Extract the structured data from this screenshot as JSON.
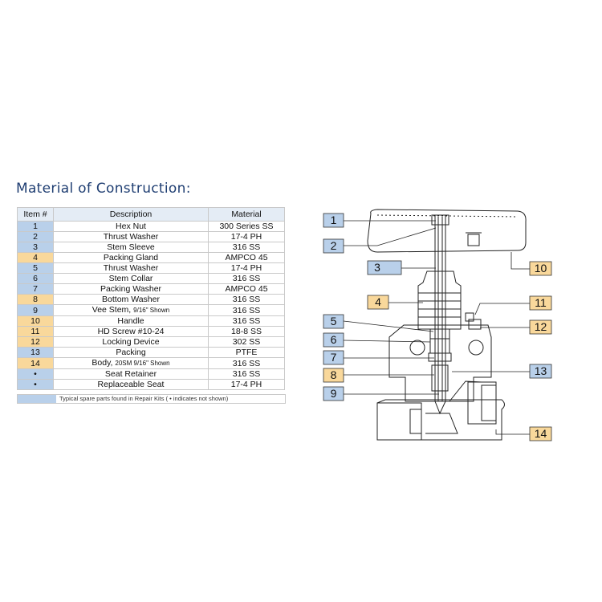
{
  "title": "Material of Construction:",
  "table": {
    "headers": [
      "Item #",
      "Description",
      "Material"
    ],
    "rows": [
      {
        "item": "1",
        "desc": "Hex Nut",
        "desc_small": "",
        "material": "300 Series SS",
        "color": "blue"
      },
      {
        "item": "2",
        "desc": "Thrust Washer",
        "desc_small": "",
        "material": "17-4 PH",
        "color": "blue"
      },
      {
        "item": "3",
        "desc": "Stem Sleeve",
        "desc_small": "",
        "material": "316 SS",
        "color": "blue"
      },
      {
        "item": "4",
        "desc": "Packing Gland",
        "desc_small": "",
        "material": "AMPCO 45",
        "color": "orange"
      },
      {
        "item": "5",
        "desc": "Thrust Washer",
        "desc_small": "",
        "material": "17-4 PH",
        "color": "blue"
      },
      {
        "item": "6",
        "desc": "Stem Collar",
        "desc_small": "",
        "material": "316 SS",
        "color": "blue"
      },
      {
        "item": "7",
        "desc": "Packing Washer",
        "desc_small": "",
        "material": "AMPCO 45",
        "color": "blue"
      },
      {
        "item": "8",
        "desc": "Bottom Washer",
        "desc_small": "",
        "material": "316 SS",
        "color": "orange"
      },
      {
        "item": "9",
        "desc": "Vee Stem,",
        "desc_small": "9/16\" Shown",
        "material": "316 SS",
        "color": "blue"
      },
      {
        "item": "10",
        "desc": "Handle",
        "desc_small": "",
        "material": "316 SS",
        "color": "orange"
      },
      {
        "item": "11",
        "desc": "HD Screw #10-24",
        "desc_small": "",
        "material": "18-8 SS",
        "color": "orange"
      },
      {
        "item": "12",
        "desc": "Locking Device",
        "desc_small": "",
        "material": "302 SS",
        "color": "orange"
      },
      {
        "item": "13",
        "desc": "Packing",
        "desc_small": "",
        "material": "PTFE",
        "color": "blue"
      },
      {
        "item": "14",
        "desc": "Body,",
        "desc_small": "20SM 9/16\" Shown",
        "material": "316 SS",
        "color": "orange"
      },
      {
        "item": "•",
        "desc": "Seat Retainer",
        "desc_small": "",
        "material": "316 SS",
        "color": "blue"
      },
      {
        "item": "•",
        "desc": "Replaceable Seat",
        "desc_small": "",
        "material": "17-4 PH",
        "color": "blue"
      }
    ]
  },
  "legend": {
    "text": "Typical spare parts found in Repair Kits  ( • indicates not shown)"
  },
  "callouts": [
    {
      "num": "1",
      "color": "blue"
    },
    {
      "num": "2",
      "color": "blue"
    },
    {
      "num": "3",
      "color": "blue"
    },
    {
      "num": "4",
      "color": "orange"
    },
    {
      "num": "5",
      "color": "blue"
    },
    {
      "num": "6",
      "color": "blue"
    },
    {
      "num": "7",
      "color": "blue"
    },
    {
      "num": "8",
      "color": "orange"
    },
    {
      "num": "9",
      "color": "blue"
    },
    {
      "num": "10",
      "color": "orange"
    },
    {
      "num": "11",
      "color": "orange"
    },
    {
      "num": "12",
      "color": "orange"
    },
    {
      "num": "13",
      "color": "blue"
    },
    {
      "num": "14",
      "color": "orange"
    }
  ],
  "colors": {
    "blue": "#b9d0ea",
    "orange": "#f9d89b",
    "title": "#1f3e72"
  }
}
